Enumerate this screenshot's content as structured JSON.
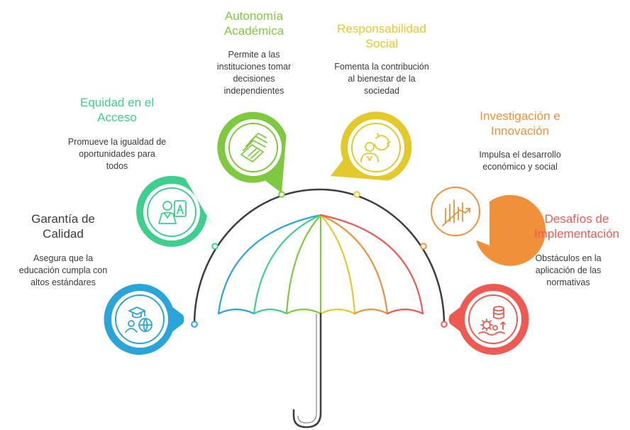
{
  "items": [
    {
      "key": "calidad",
      "title": "Garantía de\nCalidad",
      "description": "Asegura que la\neducación cumpla con\naltos estándares",
      "color": "#2aa5d9",
      "icon": "graduation-globe-icon"
    },
    {
      "key": "equidad",
      "title": "Equidad en el\nAcceso",
      "description": "Promueve la igualdad de\noportunidades para\ntodos",
      "color": "#3ecf8e",
      "icon": "person-board-icon"
    },
    {
      "key": "autonomia",
      "title": "Autonomía\nAcadémica",
      "description": "Permite a las\ninstituciones tomar\ndecisiones\nindependientes",
      "color": "#7ec93f",
      "icon": "book-icon"
    },
    {
      "key": "responsabilidad",
      "title": "Responsabilidad\nSocial",
      "description": "Fomenta la contribución\nal bienestar de la\nsociedad",
      "color": "#e3c92c",
      "icon": "person-recycle-icon"
    },
    {
      "key": "investigacion",
      "title": "Investigación e\nInnovación",
      "description": "Impulsa el desarrollo\neconómico y social",
      "color": "#f0903a",
      "icon": "growth-chart-icon"
    },
    {
      "key": "desafios",
      "title": "Desafíos de\nImplementación",
      "description": "Obstáculos en la\naplicación de las\nnormativas",
      "color": "#ee5a52",
      "icon": "gears-database-icon"
    }
  ]
}
